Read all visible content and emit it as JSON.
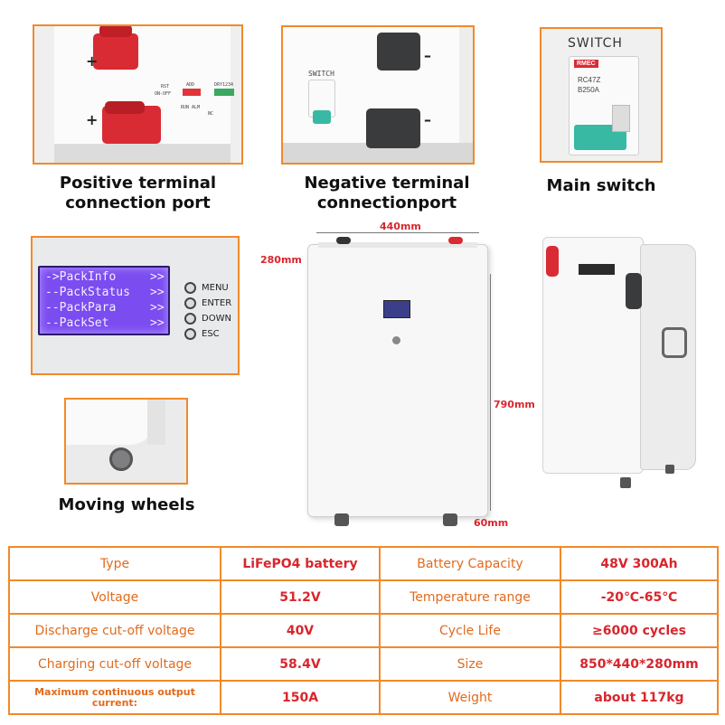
{
  "panels": {
    "positive": {
      "caption_line1": "Positive terminal",
      "caption_line2": "connection port",
      "plus": "+",
      "plus2": "+",
      "labels": {
        "rst": "RST",
        "onoff": "ON-OFF",
        "add": "ADD",
        "dry": "DRY1234",
        "run": "RUN ALM",
        "nc": "NC"
      }
    },
    "negative": {
      "caption_line1": "Negative terminal",
      "caption_line2": "connectionport",
      "switch_label": "SWITCH",
      "minus": "–",
      "minus2": "–"
    },
    "switch": {
      "caption": "Main switch",
      "switch_label": "SWITCH",
      "brand": "RMEC",
      "model": "RC47Z",
      "rating": "B250A"
    },
    "lcd": {
      "lines": [
        "->PackInfo",
        "--PackStatus",
        "--PackPara",
        "--PackSet"
      ],
      "arrows": ">>",
      "buttons": [
        "MENU",
        "ENTER",
        "DOWN",
        "ESC"
      ]
    },
    "wheels": {
      "caption": "Moving wheels"
    }
  },
  "dimensions": {
    "width": "440mm",
    "depth": "280mm",
    "height": "790mm",
    "wheel": "60mm"
  },
  "spec_table": {
    "rows": [
      [
        "Type",
        "LiFePO4 battery",
        "Battery Capacity",
        "48V 300Ah"
      ],
      [
        "Voltage",
        "51.2V",
        "Temperature range",
        "-20℃-65℃"
      ],
      [
        "Discharge cut-off voltage",
        "40V",
        "Cycle Life",
        "≥6000 cycles"
      ],
      [
        "Charging cut-off voltage",
        "58.4V",
        "Size",
        "850*440*280mm"
      ],
      [
        "Maximum continuous output current:",
        "150A",
        "Weight",
        "about 117kg"
      ]
    ]
  },
  "colors": {
    "accent": "#f08a2a",
    "label_text": "#e26a1c",
    "value_text": "#d8262c",
    "terminal_red": "#d92b34",
    "terminal_black": "#3a3b3d",
    "lcd": "#7b4cf0",
    "switch_teal": "#37b9a3"
  }
}
